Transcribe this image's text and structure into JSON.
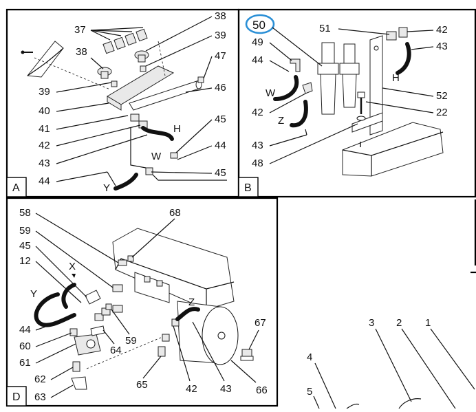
{
  "panels": [
    {
      "id": "A",
      "label": "A"
    },
    {
      "id": "B",
      "label": "B"
    },
    {
      "id": "D",
      "label": "D"
    }
  ],
  "panel_a_numbers": [
    "37",
    "38",
    "39",
    "38",
    "39",
    "47",
    "46",
    "40",
    "41",
    "42",
    "43",
    "44",
    "45",
    "44",
    "45"
  ],
  "panel_a_letters": [
    "H",
    "W",
    "Y"
  ],
  "panel_b_numbers": [
    "50",
    "51",
    "42",
    "43",
    "49",
    "44",
    "52",
    "42",
    "22",
    "43",
    "48"
  ],
  "panel_b_letters": [
    "W",
    "Z",
    "H"
  ],
  "highlight": {
    "label": "50",
    "color": "#2a8fd6"
  },
  "panel_d_numbers": [
    "58",
    "68",
    "59",
    "45",
    "12",
    "44",
    "60",
    "61",
    "62",
    "63",
    "64",
    "59",
    "65",
    "42",
    "43",
    "66",
    "67"
  ],
  "panel_d_letters": [
    "X",
    "Y",
    "Z"
  ],
  "panel_e_numbers": [
    "3",
    "2",
    "1",
    "4",
    "5"
  ]
}
